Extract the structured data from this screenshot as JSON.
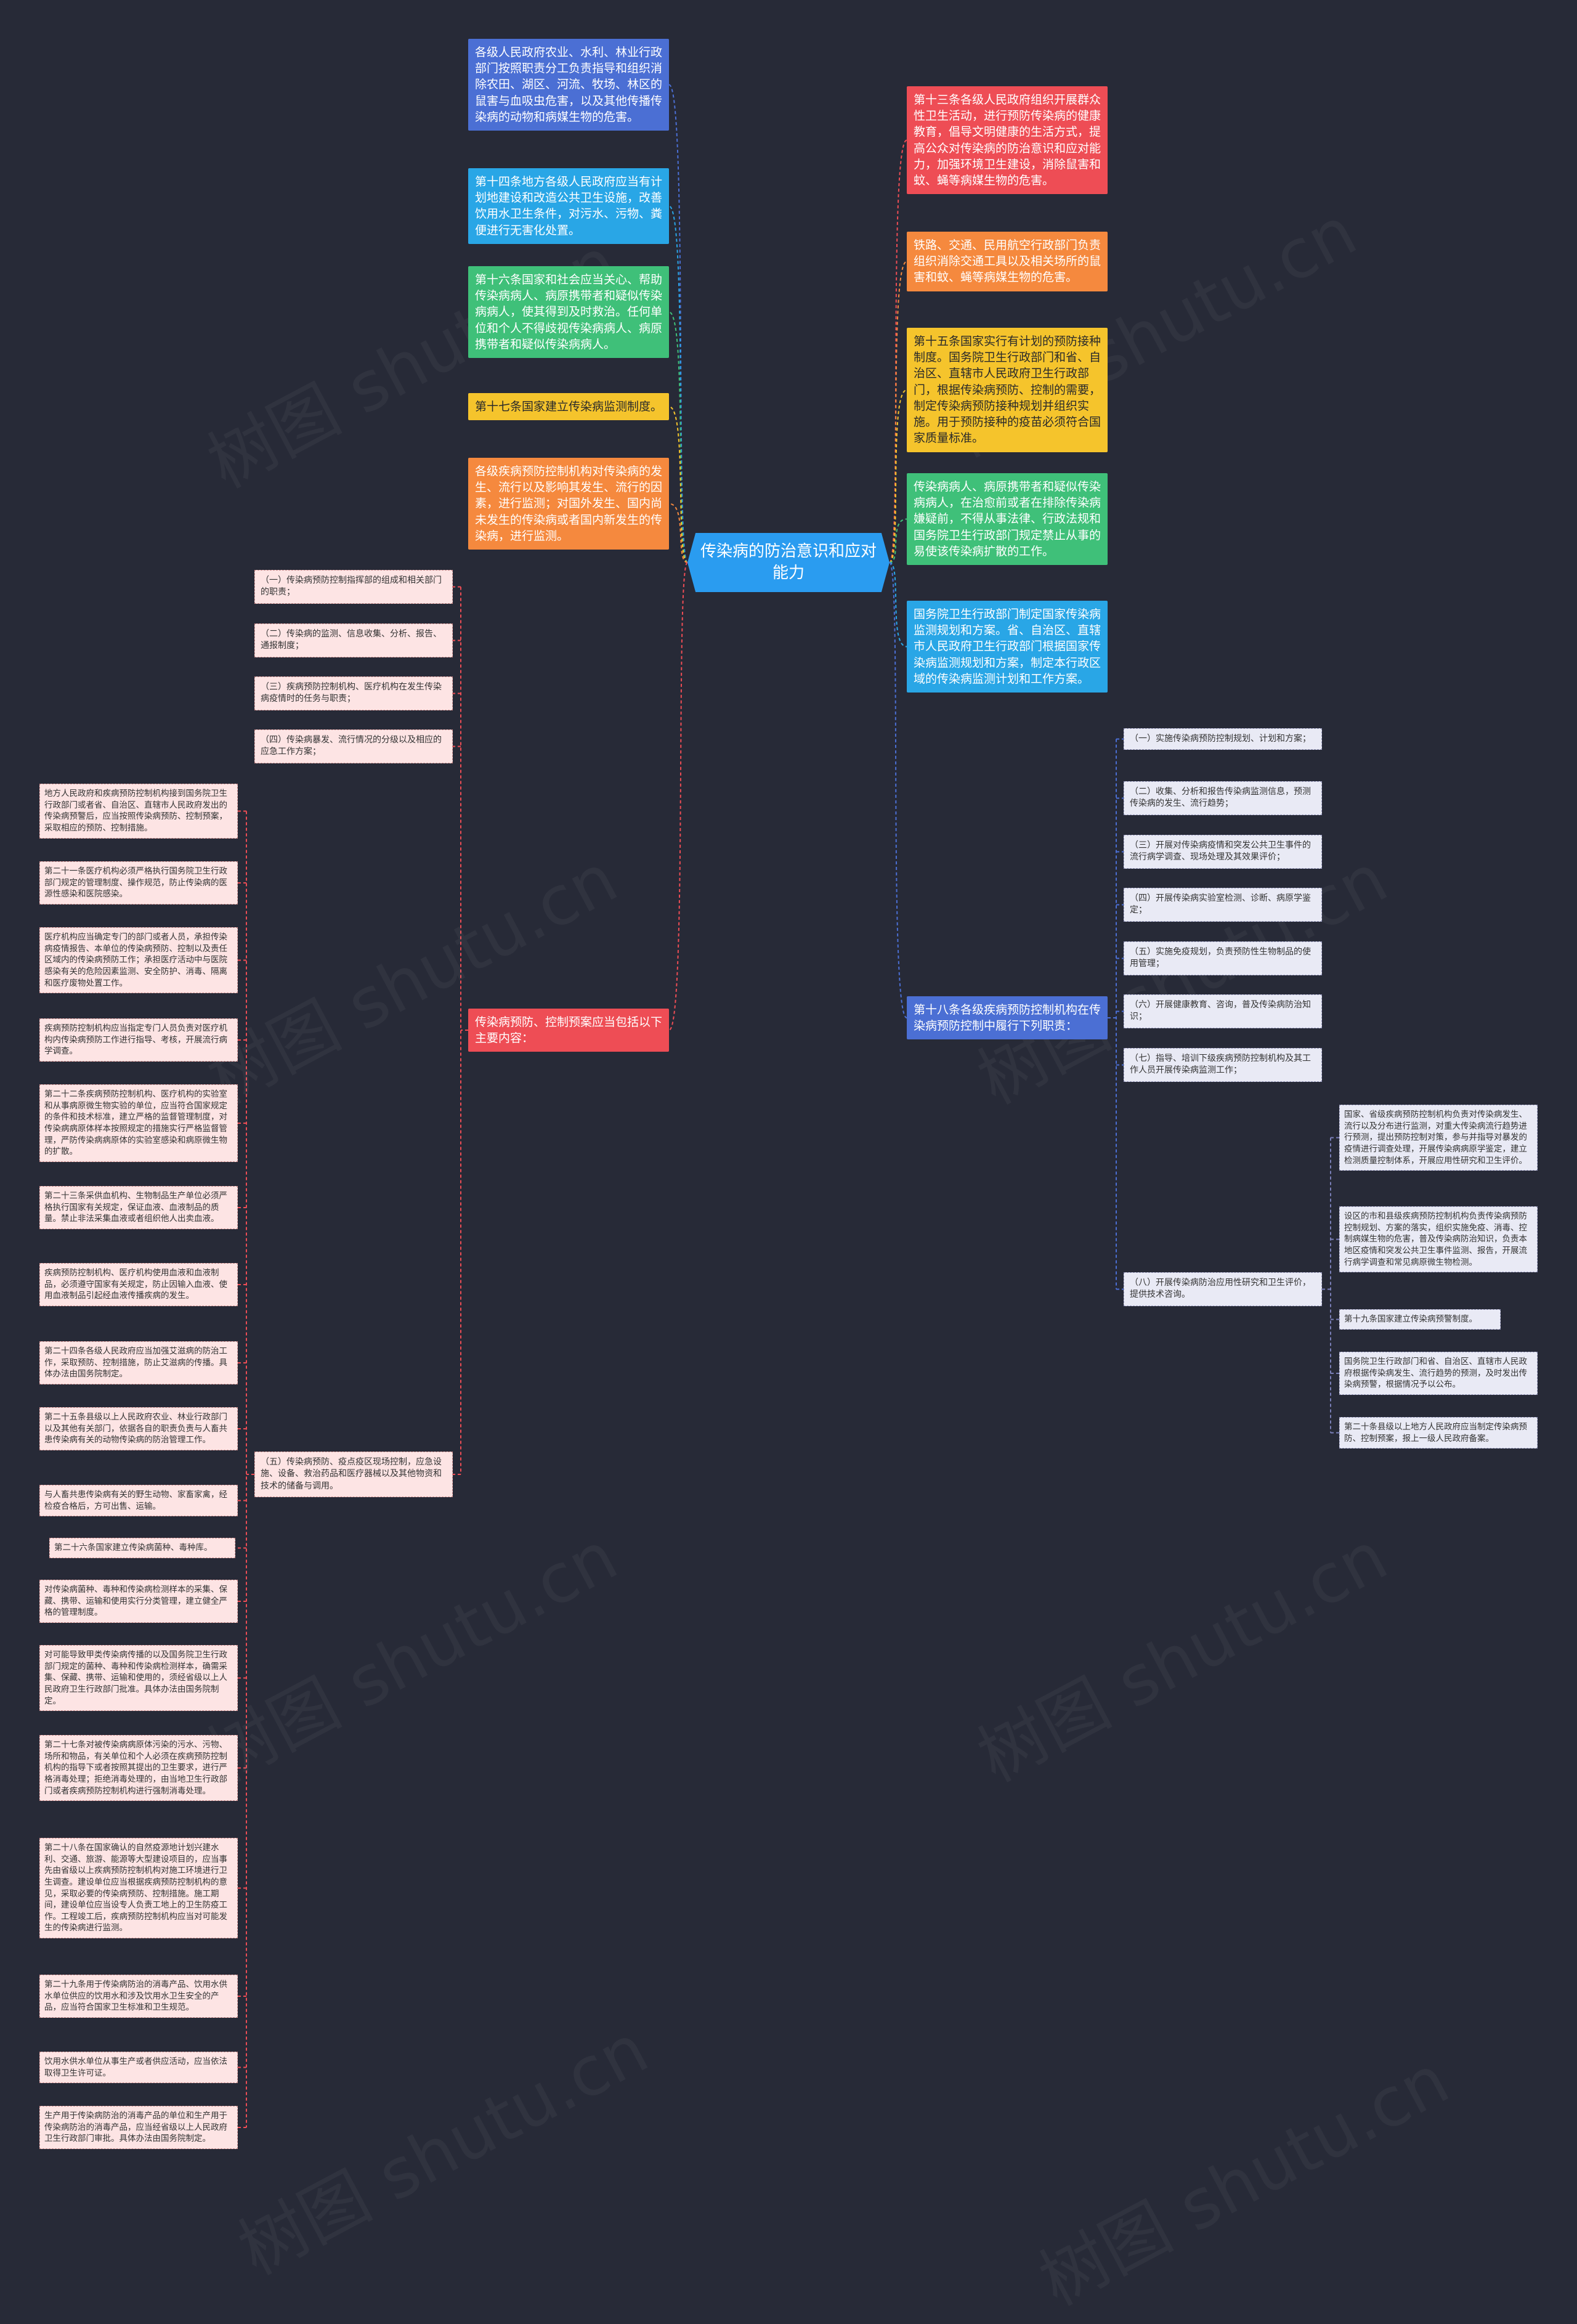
{
  "center": {
    "text": "传染病的防治意识和应对能力"
  },
  "watermark": "树图 shutu.cn",
  "left_main": [
    {
      "text": "各级人民政府农业、水利、林业行政部门按照职责分工负责指导和组织消除农田、湖区、河流、牧场、林区的鼠害与血吸虫危害，以及其他传播传染病的动物和病媒生物的危害。",
      "color": "#4b6fd4"
    },
    {
      "text": "第十四条地方各级人民政府应当有计划地建设和改造公共卫生设施，改善饮用水卫生条件，对污水、污物、粪便进行无害化处置。",
      "color": "#29a6e6"
    },
    {
      "text": "第十六条国家和社会应当关心、帮助传染病病人、病原携带者和疑似传染病病人，使其得到及时救治。任何单位和个人不得歧视传染病病人、病原携带者和疑似传染病病人。",
      "color": "#3fc079"
    },
    {
      "text": "第十七条国家建立传染病监测制度。",
      "color": "#f5c42c"
    },
    {
      "text": "各级疾病预防控制机构对传染病的发生、流行以及影响其发生、流行的因素，进行监测；对国外发生、国内尚未发生的传染病或者国内新发生的传染病，进行监测。",
      "color": "#f5893e"
    },
    {
      "text": "传染病预防、控制预案应当包括以下主要内容：",
      "color": "#ee4d55"
    }
  ],
  "right_main": [
    {
      "text": "第十三条各级人民政府组织开展群众性卫生活动，进行预防传染病的健康教育，倡导文明健康的生活方式，提高公众对传染病的防治意识和应对能力，加强环境卫生建设，消除鼠害和蚊、蝇等病媒生物的危害。",
      "color": "#ee4d55"
    },
    {
      "text": "铁路、交通、民用航空行政部门负责组织消除交通工具以及相关场所的鼠害和蚊、蝇等病媒生物的危害。",
      "color": "#f5893e"
    },
    {
      "text": "第十五条国家实行有计划的预防接种制度。国务院卫生行政部门和省、自治区、直辖市人民政府卫生行政部门，根据传染病预防、控制的需要，制定传染病预防接种规划并组织实施。用于预防接种的疫苗必须符合国家质量标准。",
      "color": "#f5c42c"
    },
    {
      "text": "传染病病人、病原携带者和疑似传染病病人，在治愈前或者在排除传染病嫌疑前，不得从事法律、行政法规和国务院卫生行政部门规定禁止从事的易使该传染病扩散的工作。",
      "color": "#3fc079"
    },
    {
      "text": "国务院卫生行政部门制定国家传染病监测规划和方案。省、自治区、直辖市人民政府卫生行政部门根据国家传染病监测规划和方案，制定本行政区域的传染病监测计划和工作方案。",
      "color": "#29a6e6"
    },
    {
      "text": "第十八条各级疾病预防控制机构在传染病预防控制中履行下列职责：",
      "color": "#4b6fd4"
    }
  ],
  "plan_items": [
    "（一）传染病预防控制指挥部的组成和相关部门的职责；",
    "（二）传染病的监测、信息收集、分析、报告、通报制度；",
    "（三）疾病预防控制机构、医疗机构在发生传染病疫情时的任务与职责；",
    "（四）传染病暴发、流行情况的分级以及相应的应急工作方案；",
    "（五）传染病预防、疫点疫区现场控制，应急设施、设备、救治药品和医疗器械以及其他物资和技术的储备与调用。"
  ],
  "far_left": [
    "地方人民政府和疾病预防控制机构接到国务院卫生行政部门或者省、自治区、直辖市人民政府发出的传染病预警后，应当按照传染病预防、控制预案，采取相应的预防、控制措施。",
    "第二十一条医疗机构必须严格执行国务院卫生行政部门规定的管理制度、操作规范，防止传染病的医源性感染和医院感染。",
    "医疗机构应当确定专门的部门或者人员，承担传染病疫情报告、本单位的传染病预防、控制以及责任区域内的传染病预防工作；承担医疗活动中与医院感染有关的危险因素监测、安全防护、消毒、隔离和医疗废物处置工作。",
    "疾病预防控制机构应当指定专门人员负责对医疗机构内传染病预防工作进行指导、考核，开展流行病学调查。",
    "第二十二条疾病预防控制机构、医疗机构的实验室和从事病原微生物实验的单位，应当符合国家规定的条件和技术标准，建立严格的监督管理制度，对传染病病原体样本按照规定的措施实行严格监督管理，严防传染病病原体的实验室感染和病原微生物的扩散。",
    "第二十三条采供血机构、生物制品生产单位必须严格执行国家有关规定，保证血液、血液制品的质量。禁止非法采集血液或者组织他人出卖血液。",
    "疾病预防控制机构、医疗机构使用血液和血液制品，必须遵守国家有关规定，防止因输入血液、使用血液制品引起经血液传播疾病的发生。",
    "第二十四条各级人民政府应当加强艾滋病的防治工作，采取预防、控制措施，防止艾滋病的传播。具体办法由国务院制定。",
    "第二十五条县级以上人民政府农业、林业行政部门以及其他有关部门，依据各自的职责负责与人畜共患传染病有关的动物传染病的防治管理工作。",
    "与人畜共患传染病有关的野生动物、家畜家禽，经检疫合格后，方可出售、运输。",
    "第二十六条国家建立传染病菌种、毒种库。",
    "对传染病菌种、毒种和传染病检测样本的采集、保藏、携带、运输和使用实行分类管理，建立健全严格的管理制度。",
    "对可能导致甲类传染病传播的以及国务院卫生行政部门规定的菌种、毒种和传染病检测样本，确需采集、保藏、携带、运输和使用的，须经省级以上人民政府卫生行政部门批准。具体办法由国务院制定。",
    "第二十七条对被传染病病原体污染的污水、污物、场所和物品，有关单位和个人必须在疾病预防控制机构的指导下或者按照其提出的卫生要求，进行严格消毒处理；拒绝消毒处理的，由当地卫生行政部门或者疾病预防控制机构进行强制消毒处理。",
    "第二十八条在国家确认的自然疫源地计划兴建水利、交通、旅游、能源等大型建设项目的，应当事先由省级以上疾病预防控制机构对施工环境进行卫生调查。建设单位应当根据疾病预防控制机构的意见，采取必要的传染病预防、控制措施。施工期间，建设单位应当设专人负责工地上的卫生防疫工作。工程竣工后，疾病预防控制机构应当对可能发生的传染病进行监测。",
    "第二十九条用于传染病防治的消毒产品、饮用水供水单位供应的饮用水和涉及饮用水卫生安全的产品，应当符合国家卫生标准和卫生规范。",
    "饮用水供水单位从事生产或者供应活动，应当依法取得卫生许可证。",
    "生产用于传染病防治的消毒产品的单位和生产用于传染病防治的消毒产品，应当经省级以上人民政府卫生行政部门审批。具体办法由国务院制定。"
  ],
  "duties": [
    "（一）实施传染病预防控制规划、计划和方案；",
    "（二）收集、分析和报告传染病监测信息，预测传染病的发生、流行趋势；",
    "（三）开展对传染病疫情和突发公共卫生事件的流行病学调查、现场处理及其效果评价；",
    "（四）开展传染病实验室检测、诊断、病原学鉴定；",
    "（五）实施免疫规划，负责预防性生物制品的使用管理；",
    "（六）开展健康教育、咨询，普及传染病防治知识；",
    "（七）指导、培训下级疾病预防控制机构及其工作人员开展传染病监测工作；",
    "（八）开展传染病防治应用性研究和卫生评价，提供技术咨询。"
  ],
  "far_right": [
    "国家、省级疾病预防控制机构负责对传染病发生、流行以及分布进行监测，对重大传染病流行趋势进行预测，提出预防控制对策，参与并指导对暴发的疫情进行调查处理，开展传染病病原学鉴定，建立检测质量控制体系，开展应用性研究和卫生评价。",
    "设区的市和县级疾病预防控制机构负责传染病预防控制规划、方案的落实，组织实施免疫、消毒、控制病媒生物的危害，普及传染病防治知识，负责本地区疫情和突发公共卫生事件监测、报告，开展流行病学调查和常见病原微生物检测。",
    "第十九条国家建立传染病预警制度。",
    "国务院卫生行政部门和省、自治区、直辖市人民政府根据传染病发生、流行趋势的预测，及时发出传染病预警，根据情况予以公布。",
    "第二十条县级以上地方人民政府应当制定传染病预防、控制预案，报上一级人民政府备案。"
  ]
}
